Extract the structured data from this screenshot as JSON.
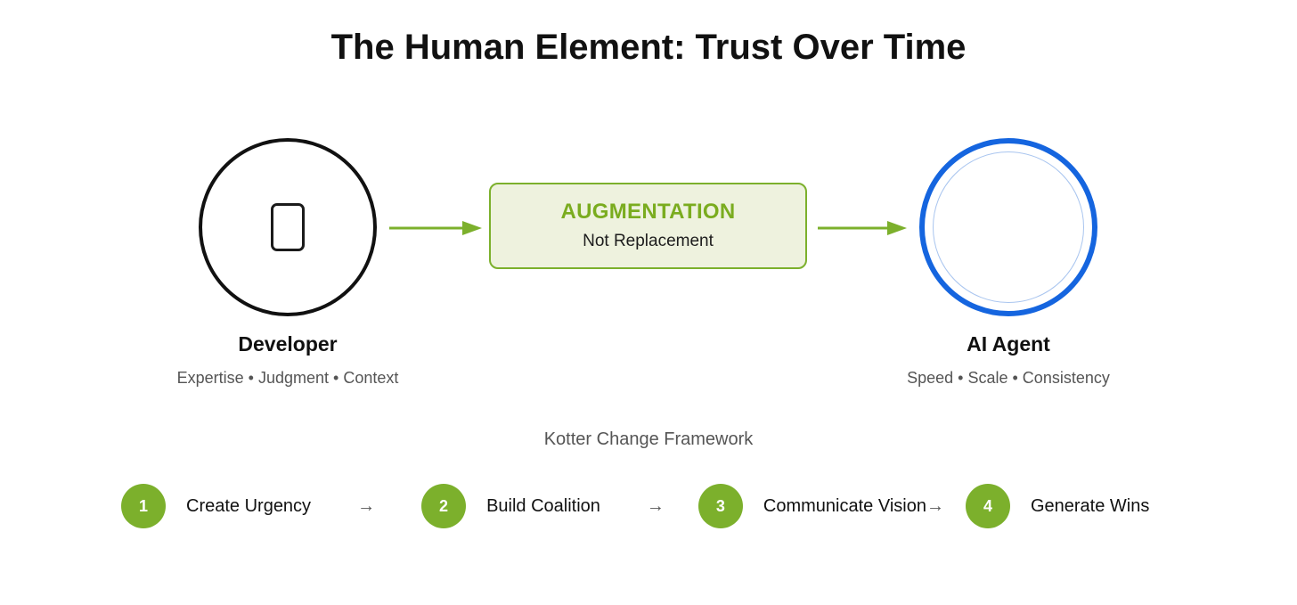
{
  "page": {
    "title": "The Human Element: Trust Over Time",
    "background": "#ffffff"
  },
  "colors": {
    "accent_green": "#7cb02c",
    "accent_green_text": "#7aac1f",
    "box_fill": "#eef2de",
    "agent_blue": "#1565df",
    "agent_inner_ring": "#a9c5ef",
    "developer_outline": "#111111",
    "muted_text": "#555555"
  },
  "flow": {
    "left_node": {
      "icon": "person-device-icon",
      "title": "Developer",
      "subtitle": "Expertise • Judgment • Context"
    },
    "center_box": {
      "title": "AUGMENTATION",
      "subtitle": "Not Replacement"
    },
    "right_node": {
      "icon": "ai-agent-circle-icon",
      "title": "AI Agent",
      "subtitle": "Speed • Scale • Consistency"
    },
    "connector_left": "arrow-right-icon",
    "connector_right": "arrow-right-icon"
  },
  "framework": {
    "label": "Kotter Change Framework",
    "separator": "→",
    "steps": [
      {
        "number": "1",
        "label": "Create Urgency"
      },
      {
        "number": "2",
        "label": "Build Coalition"
      },
      {
        "number": "3",
        "label": "Communicate Vision"
      },
      {
        "number": "4",
        "label": "Generate Wins"
      }
    ]
  }
}
